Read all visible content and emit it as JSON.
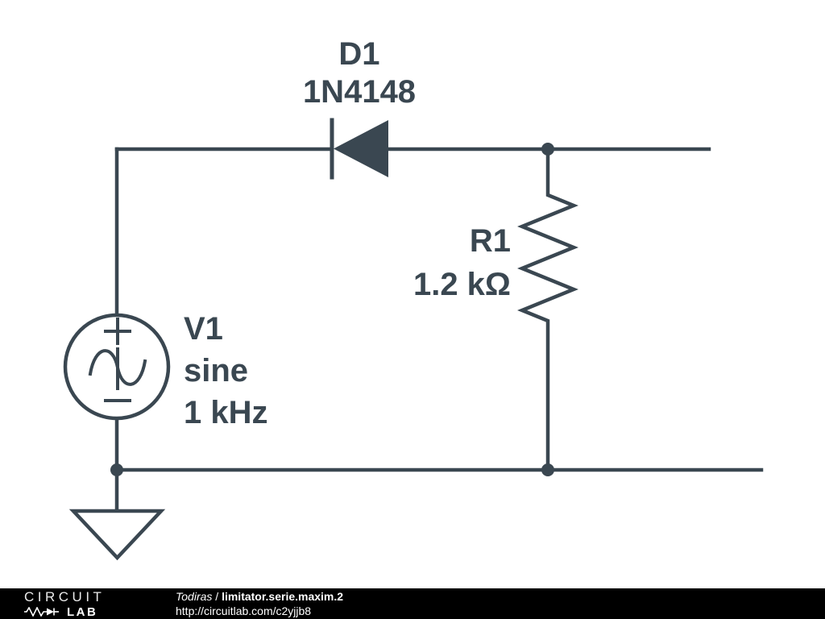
{
  "colors": {
    "stroke": "#3a4751",
    "footer_bg": "#000000",
    "footer_text": "#ffffff"
  },
  "components": {
    "diode": {
      "ref": "D1",
      "part": "1N4148"
    },
    "resistor": {
      "ref": "R1",
      "value": "1.2 kΩ"
    },
    "source": {
      "ref": "V1",
      "waveform": "sine",
      "frequency": "1 kHz"
    }
  },
  "footer": {
    "logo_top": "CIRCUIT",
    "logo_bottom": "LAB",
    "author": "Todiras",
    "separator": " / ",
    "title": "limitator.serie.maxim.2",
    "url": "http://circuitlab.com/c2yjjb8"
  }
}
